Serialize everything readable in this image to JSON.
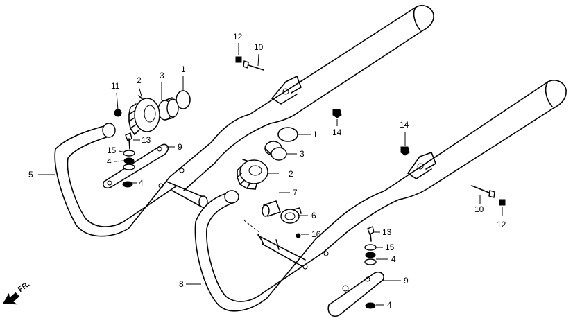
{
  "diagram": {
    "callouts": [
      {
        "id": "c1a",
        "text": "1"
      },
      {
        "id": "c1b",
        "text": "1"
      },
      {
        "id": "c2a",
        "text": "2"
      },
      {
        "id": "c2b",
        "text": "2"
      },
      {
        "id": "c3a",
        "text": "3"
      },
      {
        "id": "c3b",
        "text": "3"
      },
      {
        "id": "c4a",
        "text": "4"
      },
      {
        "id": "c4b",
        "text": "4"
      },
      {
        "id": "c4c",
        "text": "4"
      },
      {
        "id": "c4d",
        "text": "4"
      },
      {
        "id": "c5",
        "text": "5"
      },
      {
        "id": "c6",
        "text": "6"
      },
      {
        "id": "c7",
        "text": "7"
      },
      {
        "id": "c8",
        "text": "8"
      },
      {
        "id": "c9a",
        "text": "9"
      },
      {
        "id": "c9b",
        "text": "9"
      },
      {
        "id": "c10a",
        "text": "10"
      },
      {
        "id": "c10b",
        "text": "10"
      },
      {
        "id": "c11",
        "text": "11"
      },
      {
        "id": "c12a",
        "text": "12"
      },
      {
        "id": "c12b",
        "text": "12"
      },
      {
        "id": "c13a",
        "text": "13"
      },
      {
        "id": "c13b",
        "text": "13"
      },
      {
        "id": "c14a",
        "text": "14"
      },
      {
        "id": "c14b",
        "text": "14"
      },
      {
        "id": "c15a",
        "text": "15"
      },
      {
        "id": "c15b",
        "text": "15"
      },
      {
        "id": "c16",
        "text": "16"
      }
    ],
    "front_indicator": "FR."
  }
}
